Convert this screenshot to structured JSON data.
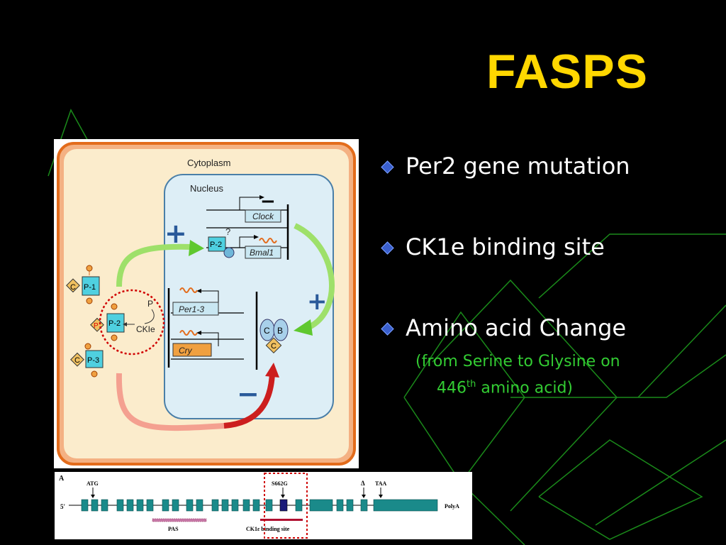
{
  "slide": {
    "title": "FASPS",
    "bullets": [
      {
        "text": "Per2 gene mutation"
      },
      {
        "text": "CK1e binding site"
      },
      {
        "text": "Amino acid Change"
      }
    ],
    "sub_note": {
      "line1": "(from Serine to Glysine on",
      "line2_pre": "446",
      "line2_sup": "th",
      "line2_post": " amino acid)"
    }
  },
  "diagram": {
    "cytoplasm": "Cytoplasm",
    "nucleus": "Nucleus",
    "genes": {
      "clock": "Clock",
      "bmal1": "Bmal1",
      "per13": "Per1-3",
      "cry": "Cry"
    },
    "proteins": {
      "p2_nucleus": "P-2",
      "p1": "P-1",
      "p2": "P-2",
      "p3": "P-3",
      "c": "C",
      "b": "B",
      "p_mark": "P",
      "p_small": "P"
    },
    "kinase": "CKIe",
    "question": "?",
    "plus": "+",
    "minus": "−"
  },
  "gene_map": {
    "panel": "A",
    "atg": "ATG",
    "s662g": "S662G",
    "delta": "Δ",
    "taa": "TAA",
    "five_prime": "5'",
    "polya": "PolyA",
    "pas": "PAS",
    "ck1e_binding": "CK1ε binding site"
  },
  "colors": {
    "title": "#ffd700",
    "bullet_text": "#ffffff",
    "sub_note": "#33cc33",
    "bg_lines": "#1a8a1a",
    "exon": "#1a8a8a",
    "mutation_exon": "#1a1a7a",
    "highlight_circle": "#d00000"
  }
}
